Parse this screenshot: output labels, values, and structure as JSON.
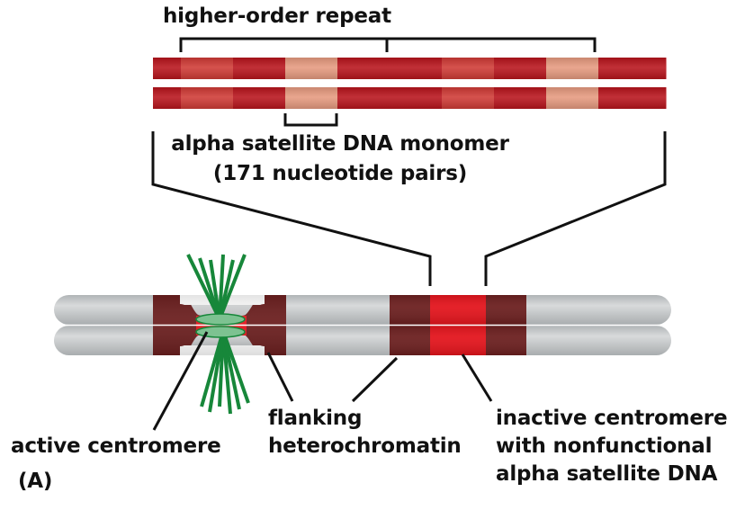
{
  "labels": {
    "higher_order_repeat": "higher-order repeat",
    "monomer_line1": "alpha satellite DNA monomer",
    "monomer_line2": "(171 nucleotide pairs)",
    "active_centromere": "active centromere",
    "flanking_line1": "flanking",
    "flanking_line2": "heterochromatin",
    "inactive_line1": "inactive centromere",
    "inactive_line2": "with nonfunctional",
    "inactive_line3": "alpha satellite DNA",
    "panel": "(A)"
  },
  "colors": {
    "chromosome": "#c9cccd",
    "heterochromatin": "#6b1f1f",
    "inactive_centromere": "#e3141c",
    "spindle": "#17873a",
    "kinetochore": "#7dc291",
    "repeat_dark": "#b8141c",
    "repeat_mid": "#cf3a35",
    "repeat_light": "#e69a7f",
    "line": "#111111"
  },
  "repeat_pattern": [
    "dark",
    "mid",
    "dark",
    "light",
    "dark"
  ]
}
